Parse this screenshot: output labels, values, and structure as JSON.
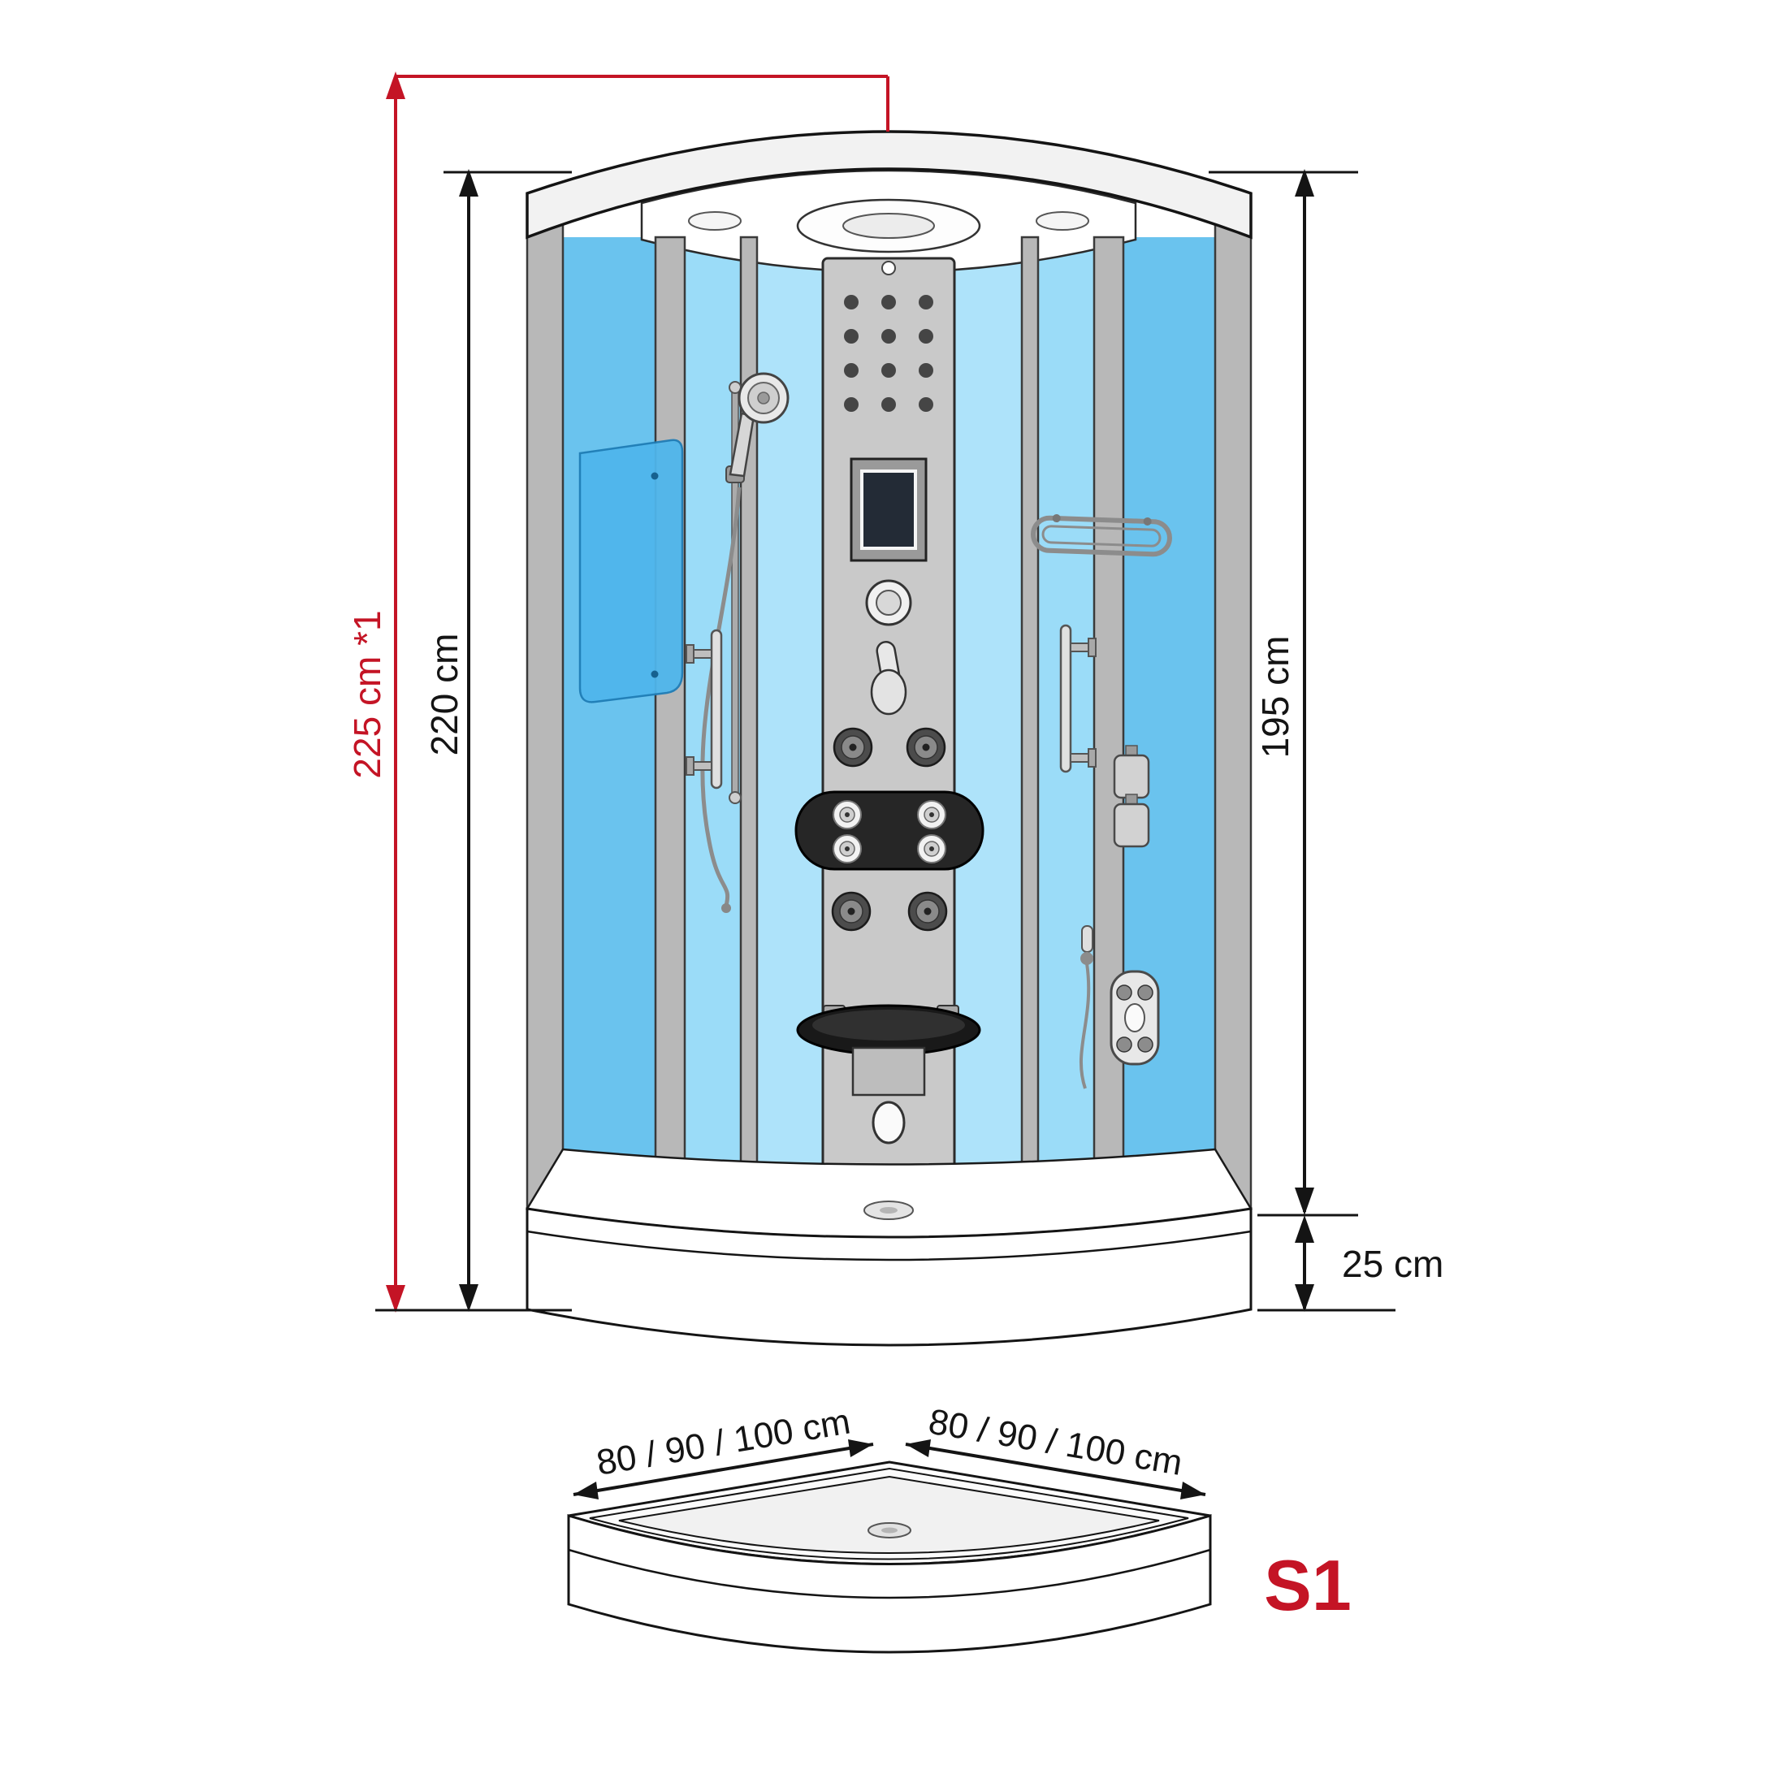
{
  "diagram": {
    "model_label": "S1",
    "dimensions": {
      "total_height": "225 cm *1",
      "cabin_height": "220 cm",
      "glass_height": "195 cm",
      "tray_height": "25 cm",
      "base_side_left": "80 / 90 / 100 cm",
      "base_side_right": "80 / 90 / 100 cm"
    },
    "colors": {
      "dimension_red": "#c41425",
      "line_black": "#141414",
      "glass_blue_light": "#9bdcf8",
      "glass_blue_mid": "#aee3fa",
      "glass_blue_dark": "#6ac3ee",
      "frame_gray": "#b8b8b8",
      "column_gray": "#c9c9c9",
      "tinted_glass_blue": "#4fb6ec"
    }
  }
}
